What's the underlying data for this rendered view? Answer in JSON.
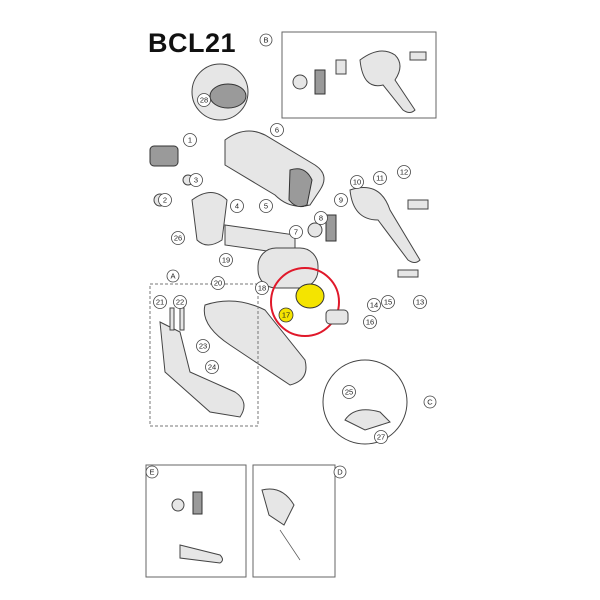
{
  "title": "BCL21",
  "highlight_color": "#e0182a",
  "callout_color": "#f4e400",
  "callout_label": "17",
  "detail_letters": [
    "A",
    "B",
    "C",
    "D",
    "E"
  ],
  "part_numbers": [
    "1",
    "2",
    "3",
    "4",
    "5",
    "6",
    "7",
    "8",
    "9",
    "10",
    "11",
    "12",
    "13",
    "14",
    "15",
    "16",
    "18",
    "19",
    "20",
    "21",
    "22",
    "23",
    "24",
    "25",
    "26",
    "27",
    "28"
  ]
}
